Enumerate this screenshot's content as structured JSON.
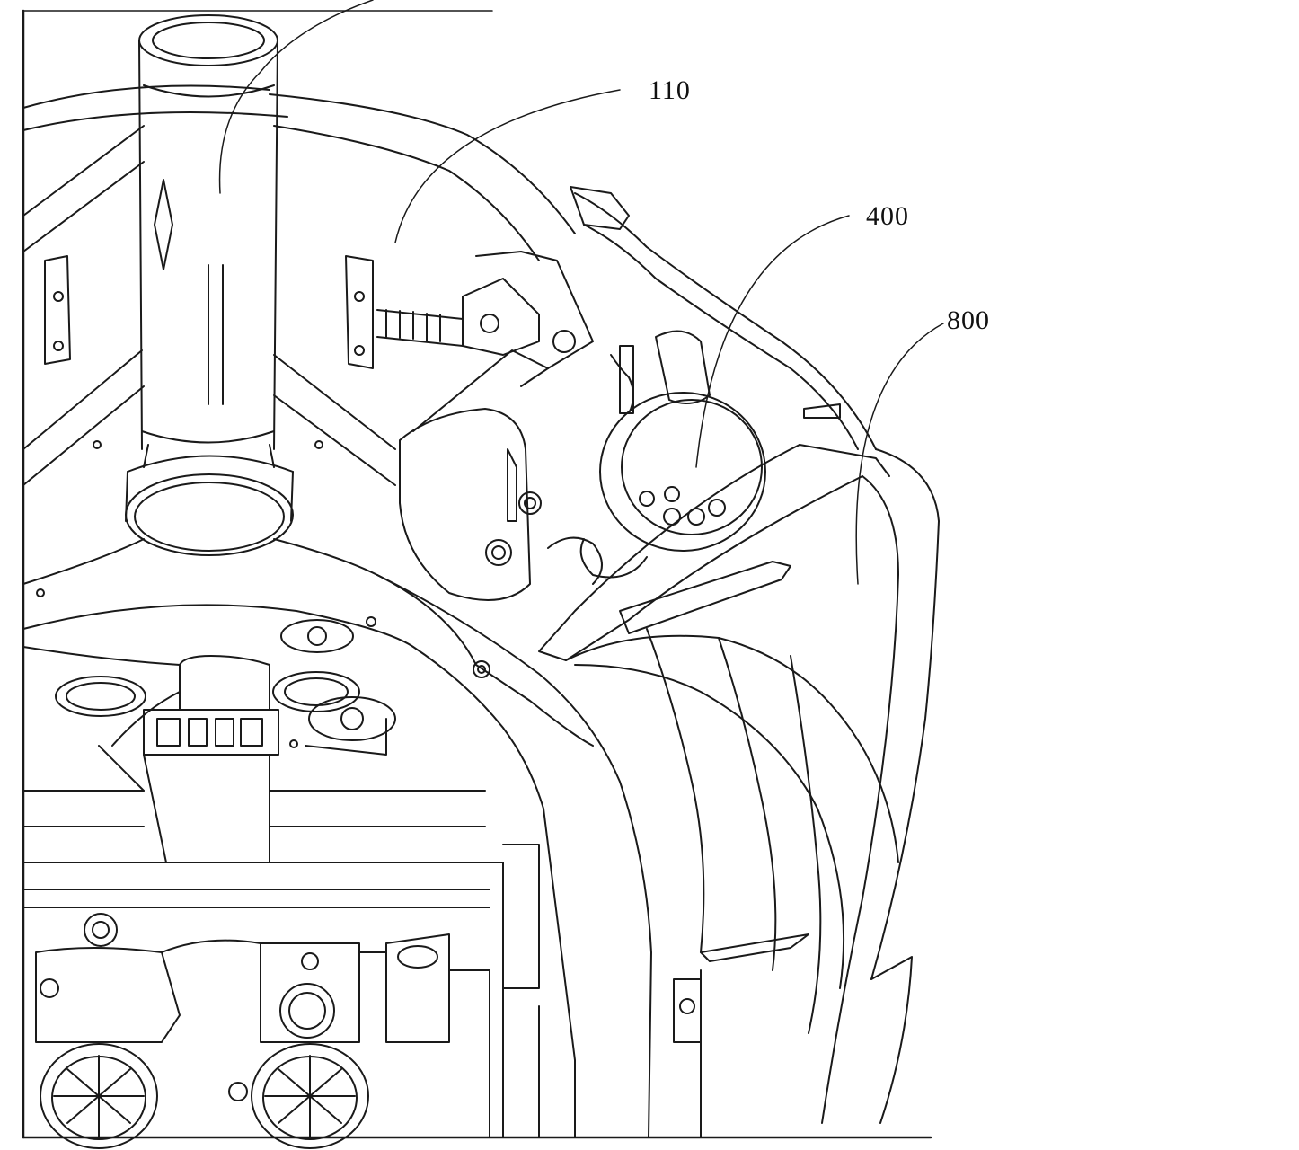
{
  "figure": {
    "description_type": "patent line drawing",
    "reference_numerals": [
      {
        "id": "110",
        "text": "110"
      },
      {
        "id": "400",
        "text": "400"
      },
      {
        "id": "800",
        "text": "800"
      }
    ]
  },
  "colors": {
    "line": "#1a1a1a",
    "background": "#ffffff"
  }
}
